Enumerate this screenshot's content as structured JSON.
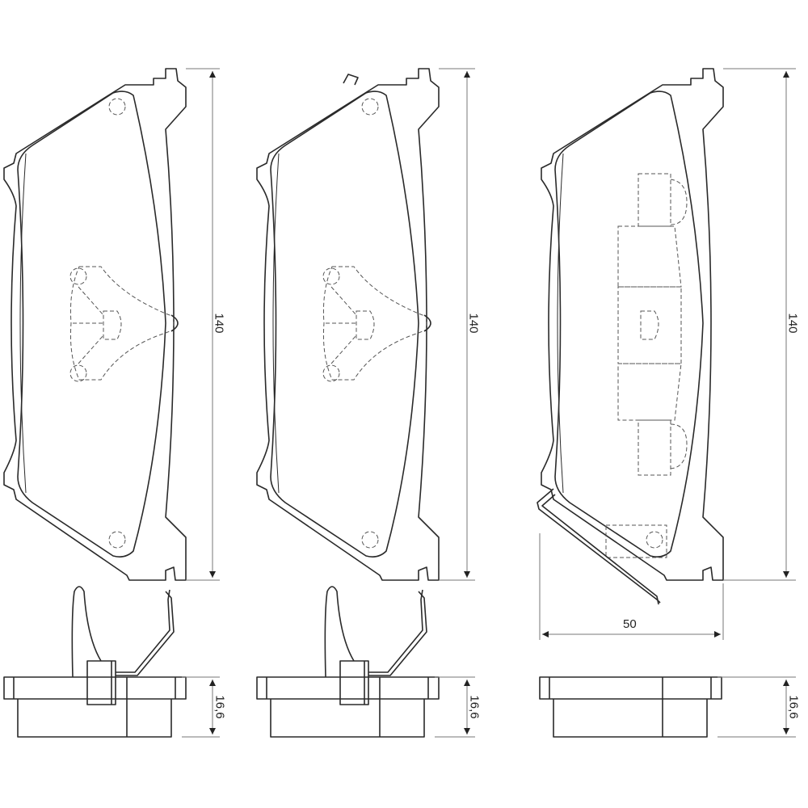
{
  "dimensions": {
    "pad1_height": "140",
    "pad2_height": "140",
    "pad3_height": "140",
    "pad3_width": "50",
    "pad1_thickness": "16,6",
    "pad2_thickness": "16,6",
    "pad3_thickness": "16,6"
  }
}
